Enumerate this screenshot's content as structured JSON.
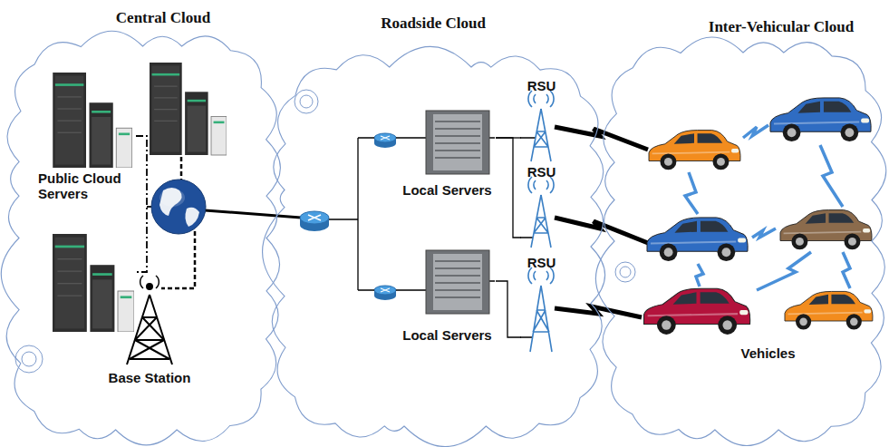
{
  "diagram": {
    "nodes": [
      {
        "text": [
          "Central Cloud"
        ]
      },
      {
        "text": [
          "Public Cloud Servers"
        ],
        "in": 0
      },
      {
        "text": [
          "Base Station"
        ],
        "in": 0
      },
      {
        "text": [
          "Roadside Cloud"
        ]
      },
      {
        "text": [
          "Local Servers"
        ],
        "in": 3
      },
      {
        "text": [
          "Local Servers"
        ],
        "in": 3
      },
      {
        "text": [
          "RSU"
        ],
        "in": 3
      },
      {
        "text": [
          "RSU"
        ],
        "in": 3
      },
      {
        "text": [
          "RSU"
        ],
        "in": 3
      },
      {
        "text": [
          "Inter-Vehicular Cloud"
        ]
      },
      {
        "text": [
          "Vehicles"
        ],
        "in": 9
      }
    ],
    "edges": [
      {
        "from": 4,
        "to": 6,
        "arrow": "none"
      },
      {
        "from": 4,
        "to": 7,
        "arrow": "none"
      },
      {
        "from": 5,
        "to": 8,
        "arrow": "none"
      }
    ]
  }
}
